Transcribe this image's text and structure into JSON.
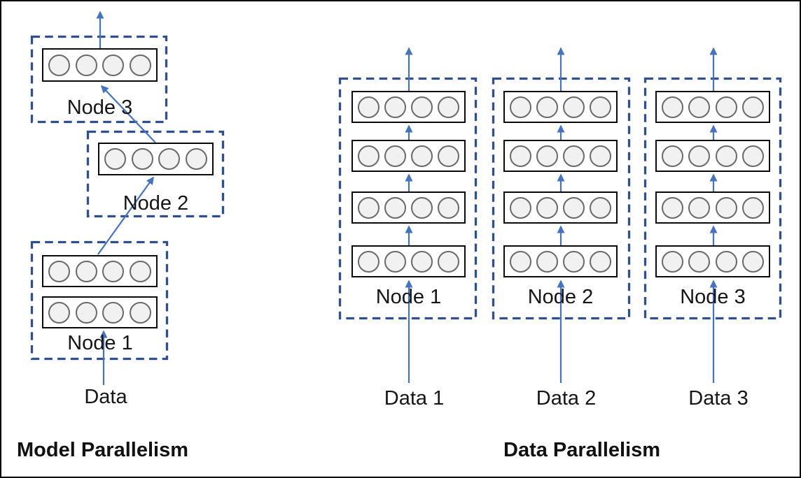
{
  "colors": {
    "dashed_node_boundary": "#2E4F91",
    "arrow_blue": "#4472C4",
    "circle_fill": "#F1F1F1",
    "circle_stroke": "#6A6A6A",
    "layer_border": "#0A0A0A",
    "text": "#161616"
  },
  "model_parallelism": {
    "title": "Model Parallelism",
    "data_label": "Data",
    "units_per_layer": 4,
    "nodes": [
      {
        "label": "Node 1",
        "layers": 2
      },
      {
        "label": "Node 2",
        "layers": 1
      },
      {
        "label": "Node 3",
        "layers": 1
      }
    ]
  },
  "data_parallelism": {
    "title": "Data Parallelism",
    "units_per_layer": 4,
    "nodes": [
      {
        "label": "Node 1",
        "data_label": "Data 1",
        "layers": 4
      },
      {
        "label": "Node 2",
        "data_label": "Data 2",
        "layers": 4
      },
      {
        "label": "Node 3",
        "data_label": "Data 3",
        "layers": 4
      }
    ]
  }
}
